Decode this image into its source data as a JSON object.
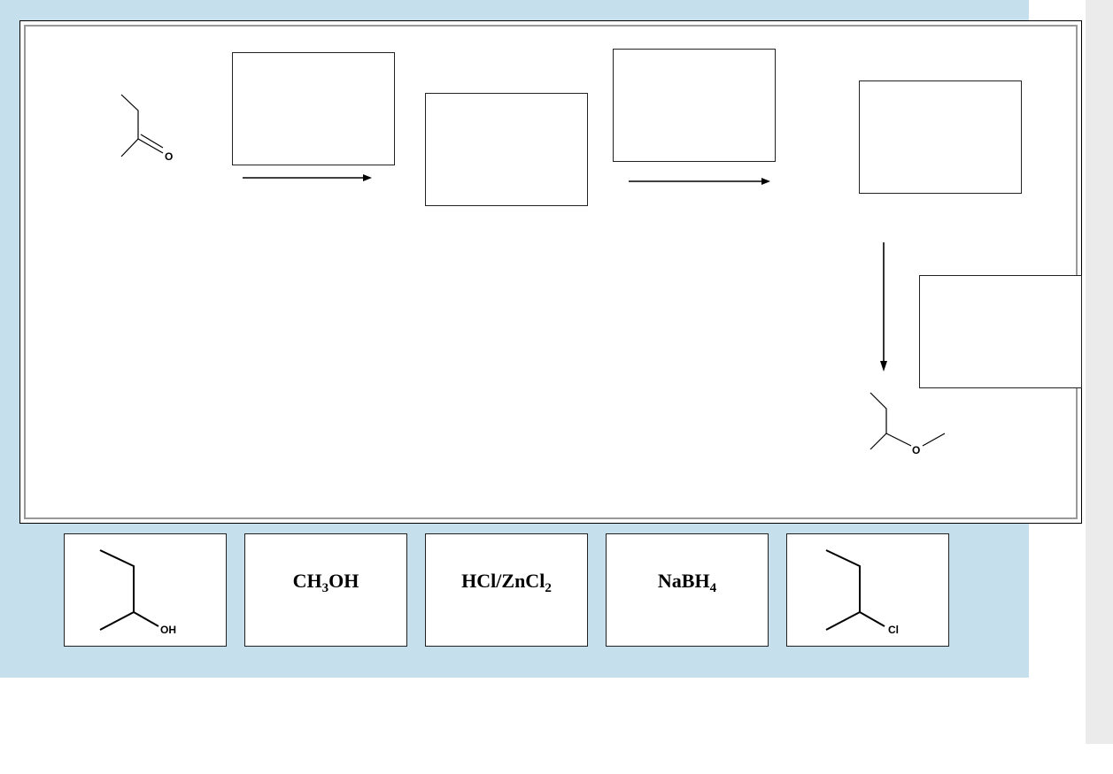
{
  "reaction": {
    "start_atom": "O",
    "product_atom": "O"
  },
  "tiles": [
    {
      "type": "molecule",
      "atom": "OH"
    },
    {
      "type": "reagent",
      "main": "CH",
      "sub": "3",
      "tail": "OH"
    },
    {
      "type": "reagent",
      "main": "HCl/ZnCl",
      "sub": "2",
      "tail": ""
    },
    {
      "type": "reagent",
      "main": "NaBH",
      "sub": "4",
      "tail": ""
    },
    {
      "type": "molecule",
      "atom": "Cl"
    }
  ],
  "colors": {
    "panel_bg": "#c5e0ec",
    "board_bg": "#ffffff",
    "board_border": "#999999",
    "scrollbar": "#ebebeb"
  }
}
